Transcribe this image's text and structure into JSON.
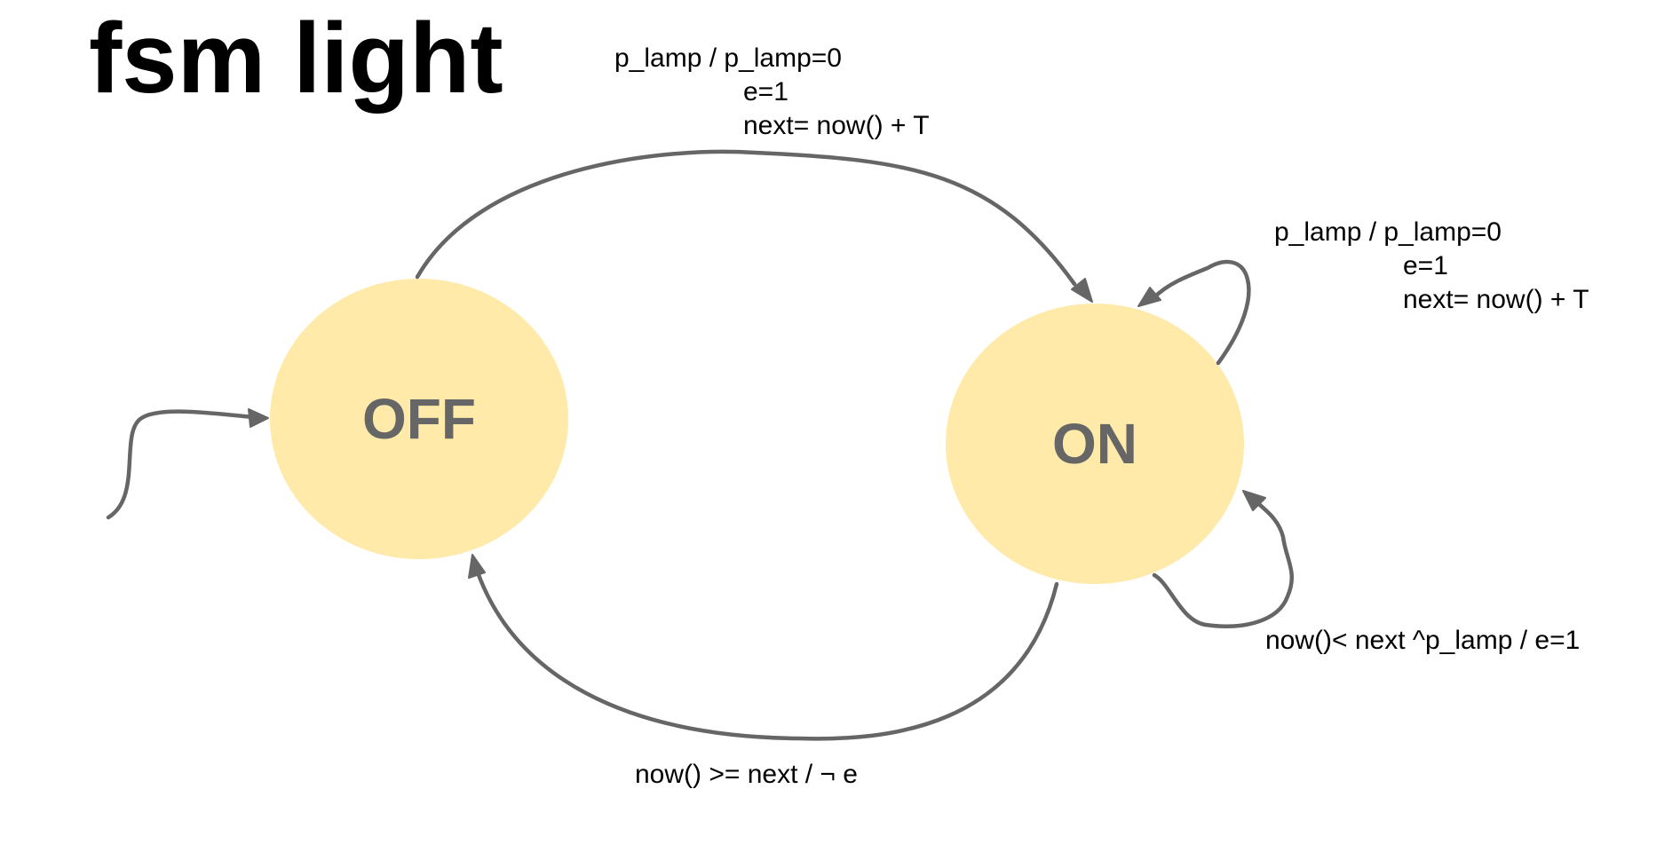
{
  "title": "fsm light",
  "colors": {
    "state_fill": "#ffeaaa",
    "state_text": "#666666",
    "edge": "#666666",
    "label": "#000000"
  },
  "states": {
    "off": {
      "label": "OFF"
    },
    "on": {
      "label": "ON"
    }
  },
  "transitions": {
    "off_to_on": {
      "lines": [
        "p_lamp  /  p_lamp=0",
        "e=1",
        "next= now() + T"
      ]
    },
    "on_to_on_top": {
      "lines": [
        "p_lamp  /  p_lamp=0",
        "e=1",
        "next= now() + T"
      ]
    },
    "on_to_on_bottom": {
      "lines": [
        "now()< next ^p_lamp  /  e=1"
      ]
    },
    "on_to_off": {
      "lines": [
        "now() >= next  /  ¬ e"
      ]
    }
  }
}
